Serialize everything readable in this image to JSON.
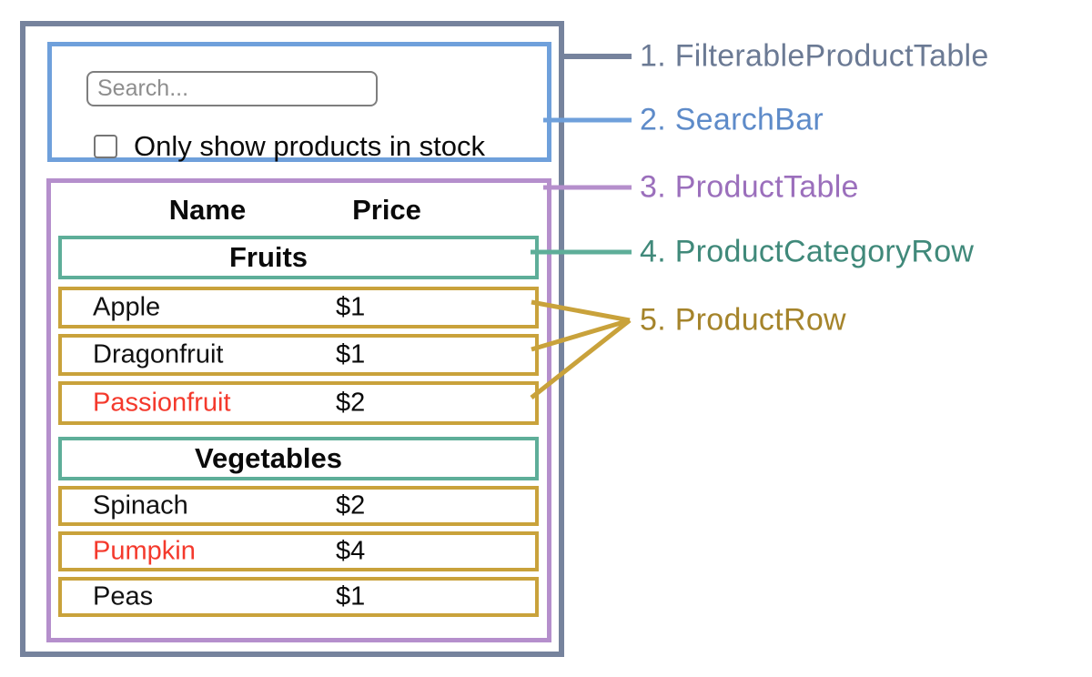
{
  "app": {
    "search_bar": {
      "placeholder": "Search...",
      "checkbox_label": "Only show products in stock",
      "checkbox_checked": false
    },
    "table": {
      "columns": [
        "Name",
        "Price"
      ],
      "sections": [
        {
          "category": "Fruits",
          "rows": [
            {
              "name": "Apple",
              "price": "$1",
              "name_color": "#111111"
            },
            {
              "name": "Dragonfruit",
              "price": "$1",
              "name_color": "#111111"
            },
            {
              "name": "Passionfruit",
              "price": "$2",
              "name_color": "#F4392C"
            }
          ]
        },
        {
          "category": "Vegetables",
          "rows": [
            {
              "name": "Spinach",
              "price": "$2",
              "name_color": "#111111"
            },
            {
              "name": "Pumpkin",
              "price": "$4",
              "name_color": "#F4392C"
            },
            {
              "name": "Peas",
              "price": "$1",
              "name_color": "#111111"
            }
          ]
        }
      ]
    }
  },
  "legend": [
    {
      "label": "1. FilterableProductTable",
      "color": "#76839D",
      "text_color": "#6B7A94"
    },
    {
      "label": "2. SearchBar",
      "color": "#6FA0DB",
      "text_color": "#5E8BC9"
    },
    {
      "label": "3. ProductTable",
      "color": "#B58FCC",
      "text_color": "#9B6FBC"
    },
    {
      "label": "4. ProductCategoryRow",
      "color": "#5EAE99",
      "text_color": "#40897A"
    },
    {
      "label": "5. ProductRow",
      "color": "#C9A23B",
      "text_color": "#A5842B"
    }
  ],
  "colors": {
    "out_of_stock_text": "#F4392C",
    "row_text": "#111111",
    "background": "#FFFFFF"
  }
}
